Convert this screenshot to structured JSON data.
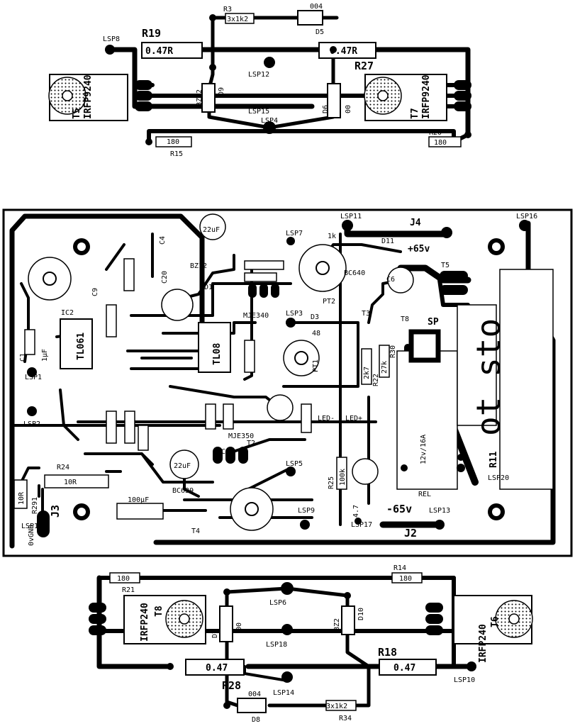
{
  "top_module": {
    "labels": {
      "r3": "R3",
      "r3_val": "3x1k2",
      "d004": "004",
      "d5": "D5",
      "lsp8": "LSP8",
      "r19": "R19",
      "r19_val": "0.47R",
      "r27_val": "0.47R",
      "r27": "R27",
      "lsp12": "LSP12",
      "lsp15": "LSP15",
      "lsp4": "LSP4",
      "t5_part": "IRFP9240",
      "t5": "T5",
      "t7_part": "IRFP9240",
      "t7": "T7",
      "d6": "D6",
      "d6_val": "00",
      "d9": "D9",
      "bz12": "BZ12",
      "r15_val": "180",
      "r15": "R15",
      "r20": "R20",
      "r20_val": "180"
    }
  },
  "main_board": {
    "labels": {
      "lsp11": "LSP11",
      "lsp16": "LSP16",
      "lsp7": "LSP7",
      "j4": "J4",
      "c22": "22uF",
      "d11": "D11",
      "plus65": "+65v",
      "bc640": "BC640",
      "t5": "T5",
      "c6": "C6",
      "pt2": "PT2",
      "t3": "T3",
      "t8": "T8",
      "lsp3": "LSP3",
      "d3": "D3",
      "d48": "48",
      "sp": "SP",
      "mje340": "MJE340",
      "d1": "D1",
      "bz12": "BZ12",
      "c20": "C20",
      "c4": "C4",
      "c9": "C9",
      "c1": "C1",
      "c1_val": "1µF",
      "lsp1": "LSP1",
      "ic2": "IC2",
      "tl061": "TL061",
      "tl08": "TL08",
      "pt1": "PT1",
      "r30": "R30",
      "r22": "R22",
      "r2k7": "2k7",
      "r27k": "27k",
      "lsp2": "LSP2",
      "mje350": "MJE350",
      "t2": "T2",
      "c8": "C8",
      "bc639": "BC639",
      "c22b": "22uF",
      "lsp5": "LSP5",
      "led_minus": "LED-",
      "led_plus": "LED+",
      "r24": "R24",
      "r24_val": "10R",
      "r10": "10R",
      "c100": "100µF",
      "j3": "J3",
      "gnd": "0vGND",
      "lsp19": "LSP19",
      "r25": "R25",
      "r25_val": "100k",
      "minus65": "-65v",
      "lsp9": "LSP9",
      "lsp13": "LSP13",
      "lsp17": "LSP17",
      "t4": "T4",
      "j2": "J2",
      "rel": "REL",
      "relay_val": "12v/16A",
      "r11": "R11",
      "lsp20": "LSP20",
      "r291": "R291",
      "r4k7": "4.7",
      "k1": "1k",
      "emblem": "ot sto"
    }
  },
  "bottom_module": {
    "labels": {
      "r21": "R21",
      "r14": "R14",
      "r21_val": "180",
      "r14_val": "180",
      "lsp6": "LSP6",
      "lsp18": "LSP18",
      "lsp14": "LSP14",
      "lsp10": "LSP10",
      "t8_part": "IRFP240",
      "t8": "T8",
      "t6_part": "IRFP240",
      "t6": "T6",
      "d7": "D7",
      "d7_val": "00",
      "d10": "D10",
      "bz2": "BZ2",
      "r18": "R18",
      "r18_val": "0.47",
      "r28": "R28",
      "r28_val": "0.47",
      "d004": "004",
      "d8": "D8",
      "r34": "R34",
      "r34_val": "3x1k2"
    }
  }
}
